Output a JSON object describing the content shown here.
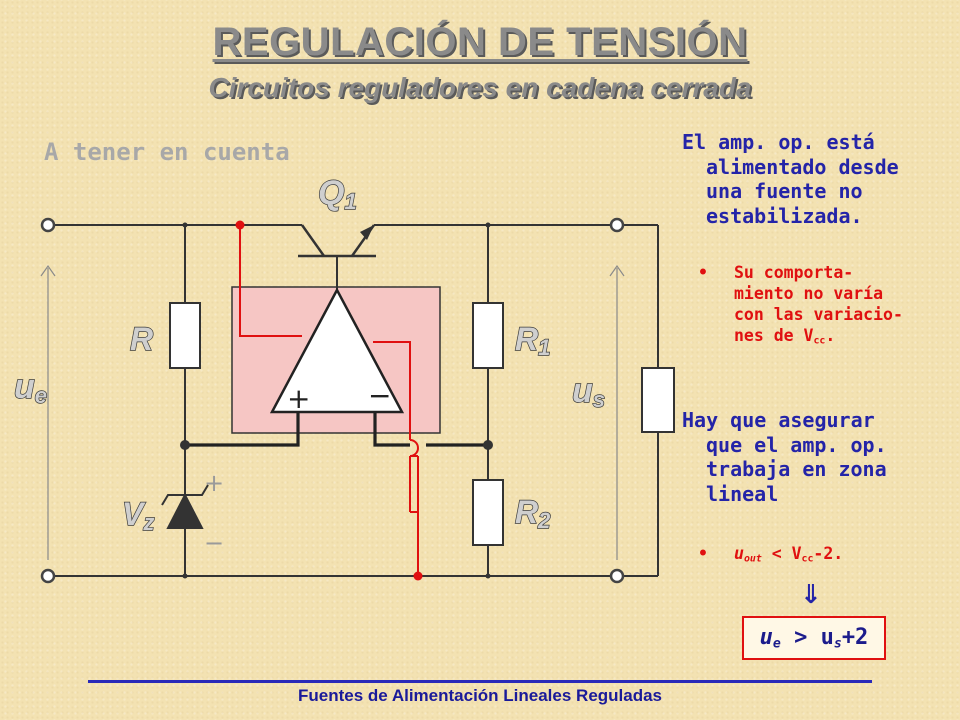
{
  "title": "REGULACIÓN DE TENSIÓN",
  "subtitle": "Circuitos reguladores en cadena cerrada",
  "section_label": "A tener en cuenta",
  "circuit": {
    "transistor_label": "Q",
    "transistor_sub": "1",
    "resistor_r_label": "R",
    "resistor_r1_label": "R",
    "resistor_r1_sub": "1",
    "resistor_r2_label": "R",
    "resistor_r2_sub": "2",
    "input_label": "u",
    "input_sub": "e",
    "output_label": "u",
    "output_sub": "s",
    "zener_label": "V",
    "zener_sub": "z",
    "opamp_plus": "+",
    "opamp_minus": "−",
    "zener_plus": "+",
    "zener_minus": "−",
    "colors": {
      "wire": "#333333",
      "feedback_wire": "#e01010",
      "opamp_region": "#f6c6c4",
      "component_fill": "#ffffff"
    }
  },
  "right_text": {
    "para1_line1": "El amp. op. está",
    "para1_line2": "alimentado desde",
    "para1_line3": "una fuente no",
    "para1_line4": "estabilizada.",
    "bullet1_line1": "Su comporta-",
    "bullet1_line2": "miento no varía",
    "bullet1_line3": "con las variacio-",
    "bullet1_line4_pre": "nes de V",
    "bullet1_line4_sub": "cc",
    "bullet1_line4_post": ".",
    "para2_line1": "Hay que asegurar",
    "para2_line2": "que el amp. op.",
    "para2_line3": "trabaja en zona",
    "para2_line4": "lineal",
    "bullet2_u": "u",
    "bullet2_sub": "out",
    "bullet2_mid": " < V",
    "bullet2_sub2": "cc",
    "bullet2_post": "-2.",
    "bullet_glyph": "•",
    "implies_arrow": "⇓",
    "formula_u1": "u",
    "formula_sub1": "e",
    "formula_mid": " > u",
    "formula_sub2": "s",
    "formula_post": "+2"
  },
  "footer": "Fuentes de Alimentación Lineales Reguladas"
}
